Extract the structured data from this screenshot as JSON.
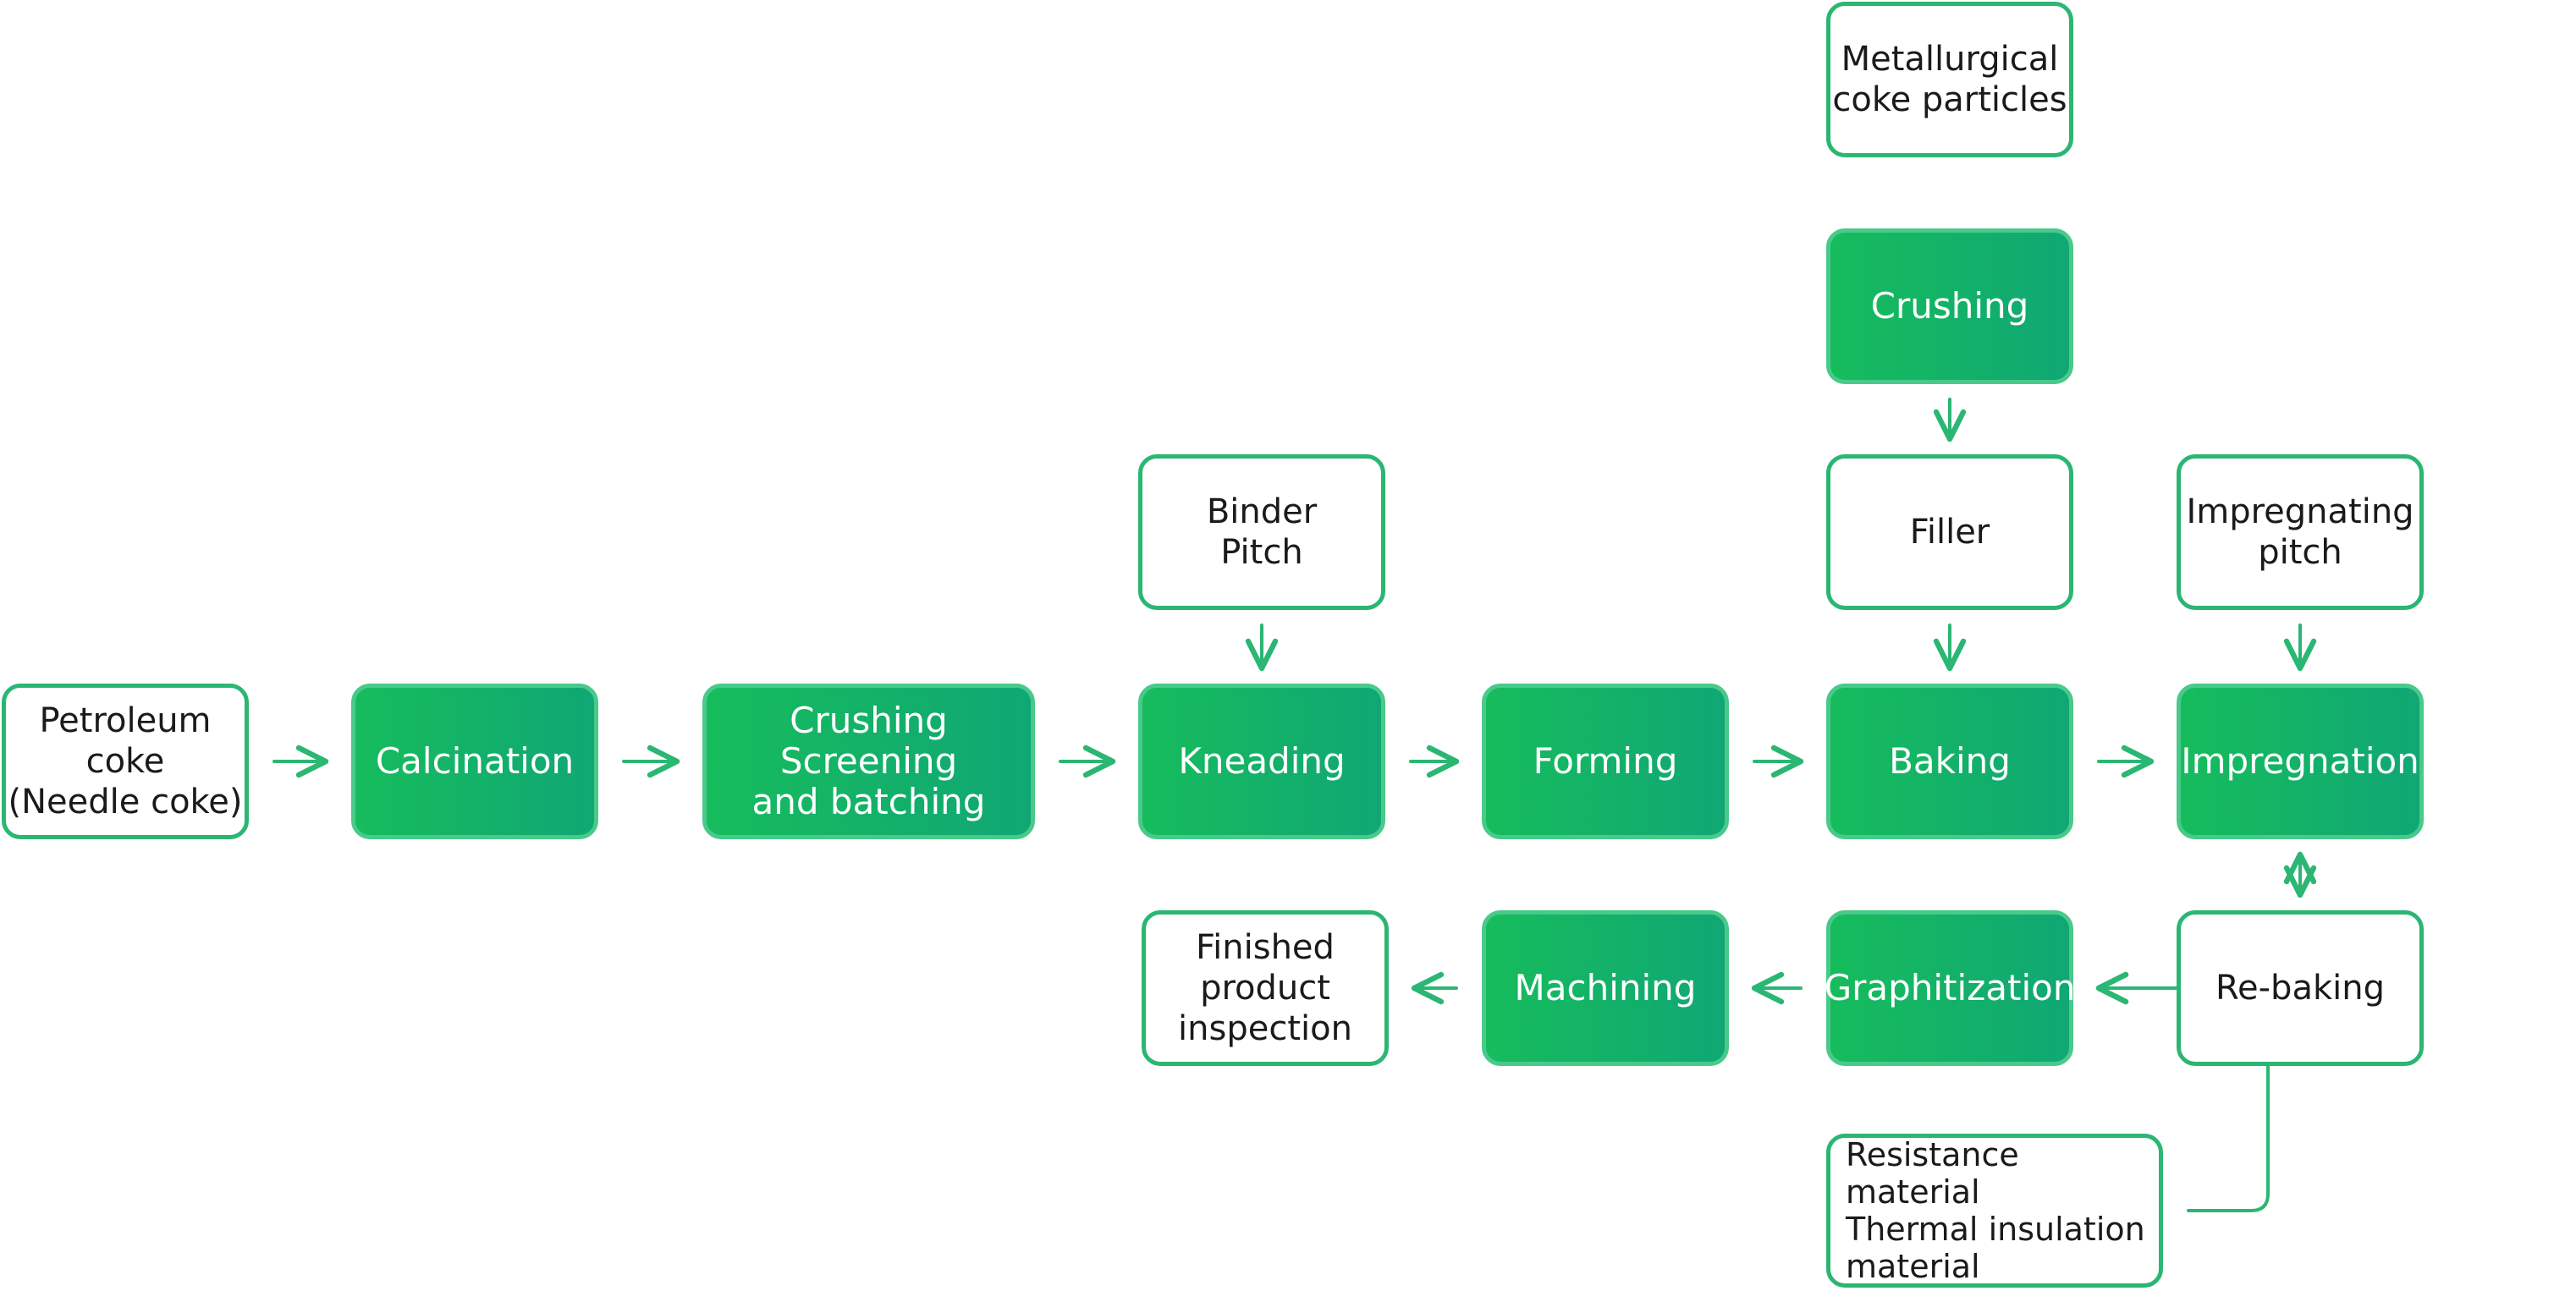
{
  "diagram": {
    "colors": {
      "process_fill_start": "#16bc5c",
      "process_fill_end": "#10a774",
      "material_border": "#2bb673",
      "arrow": "#2bb673"
    },
    "nodes": [
      {
        "id": "petroleum-coke",
        "kind": "material",
        "label": "Petroleum\ncoke\n(Needle coke)"
      },
      {
        "id": "calcination",
        "kind": "process",
        "label": "Calcination"
      },
      {
        "id": "crushing-screening-batching",
        "kind": "process",
        "label": "Crushing\nScreening\nand batching"
      },
      {
        "id": "kneading",
        "kind": "process",
        "label": "Kneading"
      },
      {
        "id": "binder-pitch",
        "kind": "material",
        "label": "Binder\nPitch"
      },
      {
        "id": "forming",
        "kind": "process",
        "label": "Forming"
      },
      {
        "id": "baking",
        "kind": "process",
        "label": "Baking"
      },
      {
        "id": "filler",
        "kind": "material",
        "label": "Filler"
      },
      {
        "id": "crushing",
        "kind": "process",
        "label": "Crushing"
      },
      {
        "id": "metallurgical-coke",
        "kind": "material",
        "label": "Metallurgical\ncoke particles"
      },
      {
        "id": "impregnation",
        "kind": "process",
        "label": "Impregnation"
      },
      {
        "id": "impregnating-pitch",
        "kind": "material",
        "label": "Impregnating\npitch"
      },
      {
        "id": "re-baking",
        "kind": "material",
        "label": "Re-baking"
      },
      {
        "id": "graphitization",
        "kind": "process",
        "label": "Graphitization"
      },
      {
        "id": "resistance-material",
        "kind": "material",
        "label": "Resistance material\nThermal insulation\nmaterial"
      },
      {
        "id": "machining",
        "kind": "process",
        "label": "Machining"
      },
      {
        "id": "finished-inspection",
        "kind": "material",
        "label": "Finished\nproduct\ninspection"
      }
    ],
    "edges": [
      {
        "from": "petroleum-coke",
        "to": "calcination"
      },
      {
        "from": "calcination",
        "to": "crushing-screening-batching"
      },
      {
        "from": "crushing-screening-batching",
        "to": "kneading"
      },
      {
        "from": "binder-pitch",
        "to": "kneading"
      },
      {
        "from": "kneading",
        "to": "forming"
      },
      {
        "from": "forming",
        "to": "baking"
      },
      {
        "from": "crushing",
        "to": "filler"
      },
      {
        "from": "filler",
        "to": "baking"
      },
      {
        "from": "baking",
        "to": "impregnation"
      },
      {
        "from": "impregnating-pitch",
        "to": "impregnation"
      },
      {
        "from": "impregnation",
        "to": "re-baking"
      },
      {
        "from": "re-baking",
        "to": "impregnation"
      },
      {
        "from": "re-baking",
        "to": "graphitization"
      },
      {
        "from": "resistance-material",
        "to": "graphitization"
      },
      {
        "from": "graphitization",
        "to": "machining"
      },
      {
        "from": "machining",
        "to": "finished-inspection"
      }
    ]
  }
}
